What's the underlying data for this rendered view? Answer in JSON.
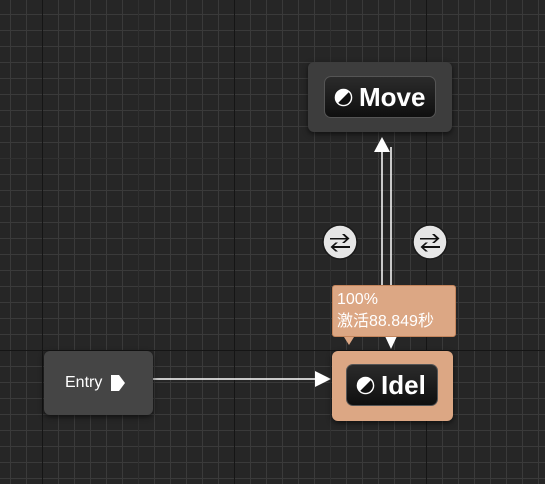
{
  "graph": {
    "entry": {
      "label": "Entry"
    },
    "states": [
      {
        "id": "move",
        "label": "Move",
        "active": false
      },
      {
        "id": "idle",
        "label": "Idel",
        "active": true
      }
    ],
    "active_state_info": {
      "weight": "100%",
      "active_time": "激活88.849秒"
    },
    "transitions": [
      {
        "id": "idle-to-move",
        "icon": "transition-icon"
      },
      {
        "id": "move-to-idle",
        "icon": "transition-icon"
      }
    ]
  },
  "colors": {
    "background": "#262626",
    "active_state": "#dca784",
    "inactive_state": "#3d3d3d",
    "entry_node": "#454545",
    "wire": "#ffffff"
  }
}
